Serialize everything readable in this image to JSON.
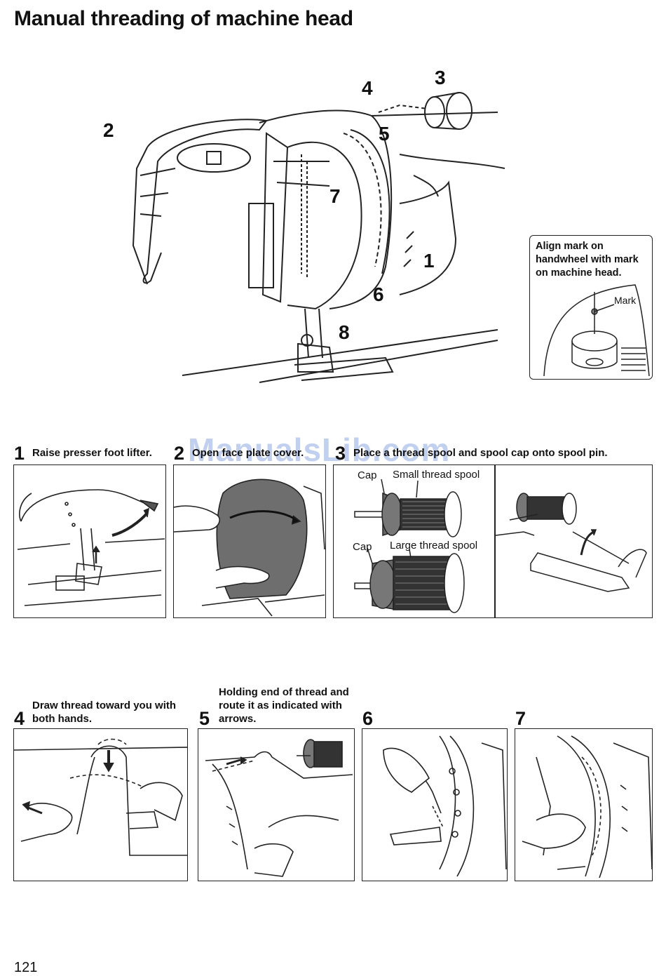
{
  "page": {
    "title": "Manual threading of machine head",
    "page_number": "121",
    "watermark": "ManualsLib.com"
  },
  "main_figure": {
    "callouts": [
      "1",
      "2",
      "3",
      "4",
      "5",
      "6",
      "7",
      "8"
    ]
  },
  "inset": {
    "caption": "Align mark on handwheel with mark on machine head.",
    "mark_label": "Mark"
  },
  "steps": [
    {
      "number": "1",
      "text": "Raise presser foot lifter."
    },
    {
      "number": "2",
      "text": "Open face plate cover."
    },
    {
      "number": "3",
      "text": "Place a thread spool and spool cap onto spool pin."
    },
    {
      "number": "4",
      "text": "Draw thread toward you with both hands."
    },
    {
      "number": "5",
      "text": "Holding end of thread and route it as indicated with arrows."
    },
    {
      "number": "6",
      "text": ""
    },
    {
      "number": "7",
      "text": ""
    }
  ],
  "spool_labels": {
    "cap": "Cap",
    "small": "Small thread spool",
    "large": "Large thread spool"
  }
}
